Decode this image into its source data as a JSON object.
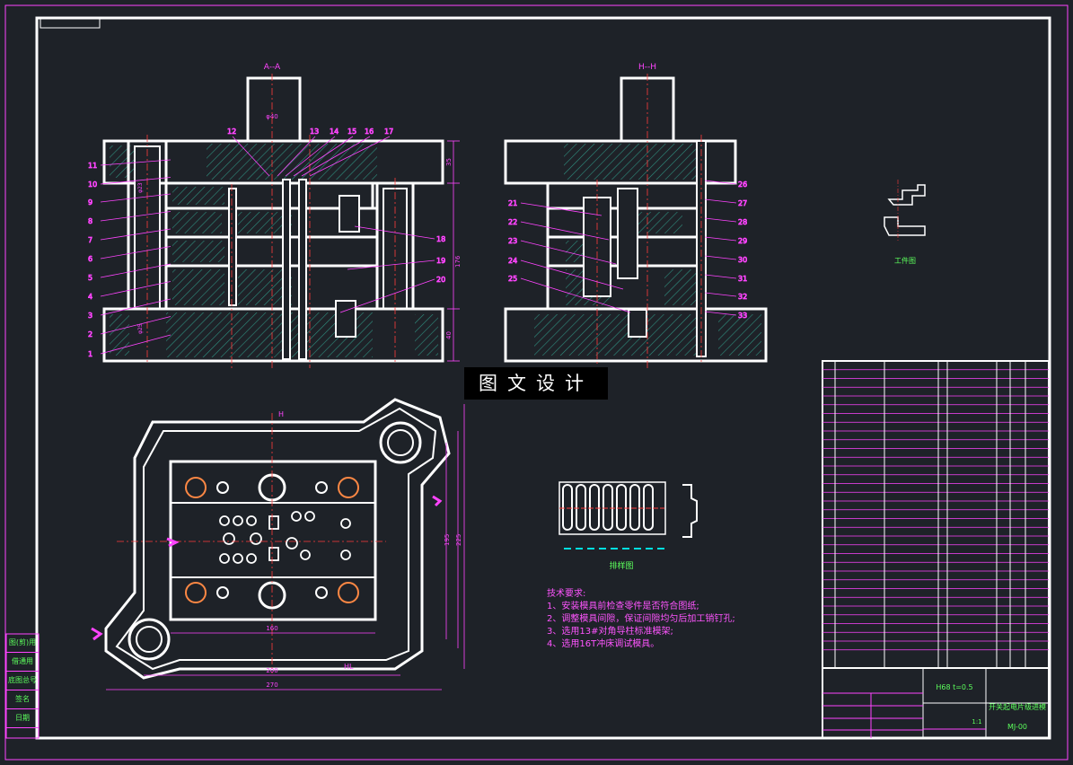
{
  "sections": {
    "aa": "A--A",
    "hh": "H--H",
    "workpiece": "工件图",
    "layout": "排样图"
  },
  "watermark": "图文设计",
  "dims": {
    "d40": "φ40",
    "d25": "φ25",
    "d23": "φ23",
    "h35": "35",
    "h176": "176",
    "h40": "40",
    "w160": "160",
    "w200": "200",
    "w270": "270",
    "v195": "195",
    "v225": "225",
    "hr": "H",
    "hl": "HL"
  },
  "left_numbers": [
    "11",
    "10",
    "9",
    "8",
    "7",
    "6",
    "5",
    "4",
    "3",
    "2",
    "1"
  ],
  "top_numbers": [
    "12",
    "13",
    "14",
    "15",
    "16",
    "17"
  ],
  "right_numbers_aa": [
    "18",
    "19",
    "20"
  ],
  "left_numbers_hh": [
    "21",
    "22",
    "23",
    "24",
    "25"
  ],
  "right_numbers_hh": [
    "26",
    "27",
    "28",
    "29",
    "30",
    "31",
    "32",
    "33"
  ],
  "notes": {
    "title": "技术要求:",
    "items": [
      "1、安装模具前检查零件是否符合图纸;",
      "2、调整模具间隙，保证间隙均匀后加工销钉孔;",
      "3、选用13#对角导柱标准模架;",
      "4、选用16T冲床调试模具。"
    ]
  },
  "side_labels": [
    "图(剪)用",
    "借通用",
    "底图总号",
    "签名",
    "日期"
  ],
  "title_block": {
    "material": "H68 t=0.5",
    "name": "开关起电片级进模",
    "drawing_no": "MJ-00",
    "scale": "1:1"
  },
  "colors": {
    "background": "#1e2228",
    "line": "#ffffff",
    "hatch": "#2f8f7f",
    "center": "#ff3b3b",
    "dimension": "#ff44ff",
    "text_green": "#5cff5c"
  }
}
